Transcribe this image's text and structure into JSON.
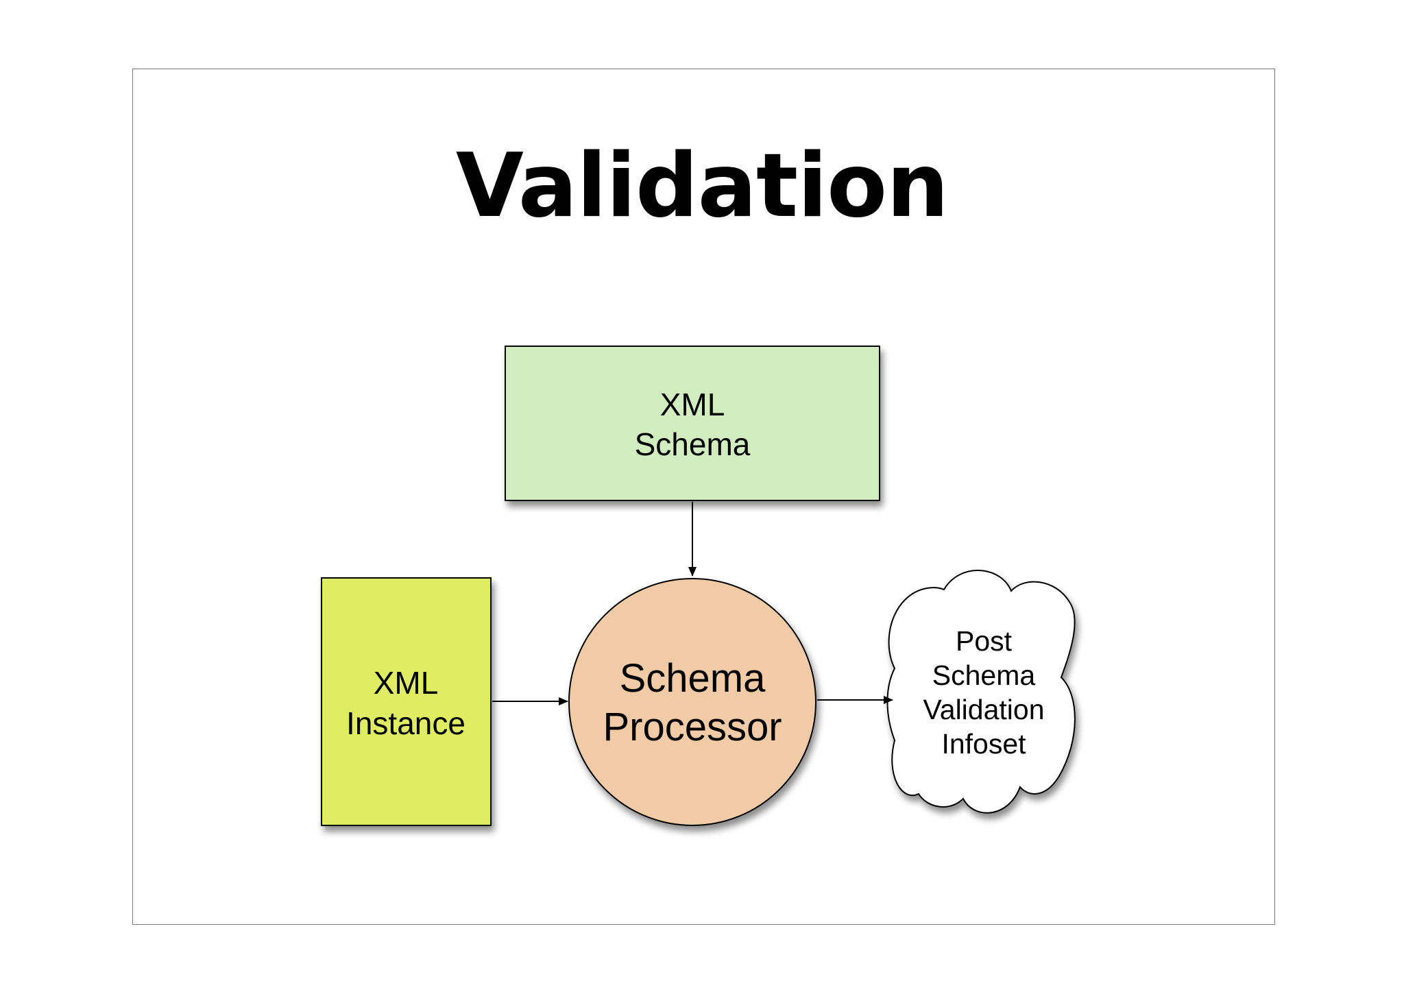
{
  "title": "Validation",
  "nodes": {
    "xml_schema": {
      "line1": "XML",
      "line2": "Schema"
    },
    "xml_instance": {
      "line1": "XML",
      "line2": "Instance"
    },
    "schema_processor": {
      "line1": "Schema",
      "line2": "Processor"
    },
    "psvi": {
      "line1": "Post",
      "line2": "Schema",
      "line3": "Validation",
      "line4": "Infoset"
    }
  },
  "colors": {
    "xml_schema_fill": "#d2edbf",
    "xml_instance_fill": "#e0ed62",
    "schema_processor_fill": "#f0cba6",
    "psvi_fill": "#ffffff"
  }
}
